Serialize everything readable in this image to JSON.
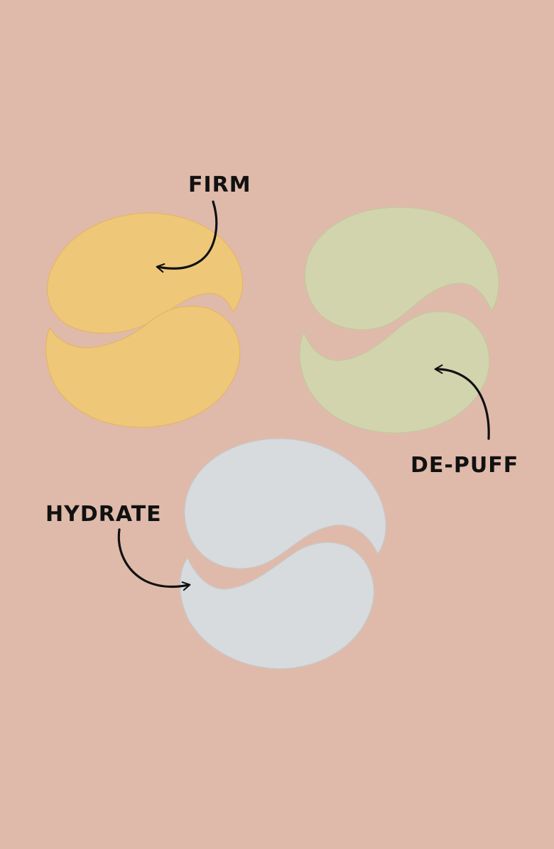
{
  "labels": {
    "firm": "FIRM",
    "depuff": "DE-PUFF",
    "hydrate": "HYDRATE"
  },
  "colors": {
    "background": "#dfbaaa",
    "firm_patch": "#eec878",
    "depuff_patch": "#d2d4ae",
    "hydrate_patch": "#d7dbde",
    "label_text": "#111111"
  },
  "patches": [
    {
      "id": "firm",
      "color_name": "gold"
    },
    {
      "id": "depuff",
      "color_name": "green"
    },
    {
      "id": "hydrate",
      "color_name": "light-blue"
    }
  ]
}
